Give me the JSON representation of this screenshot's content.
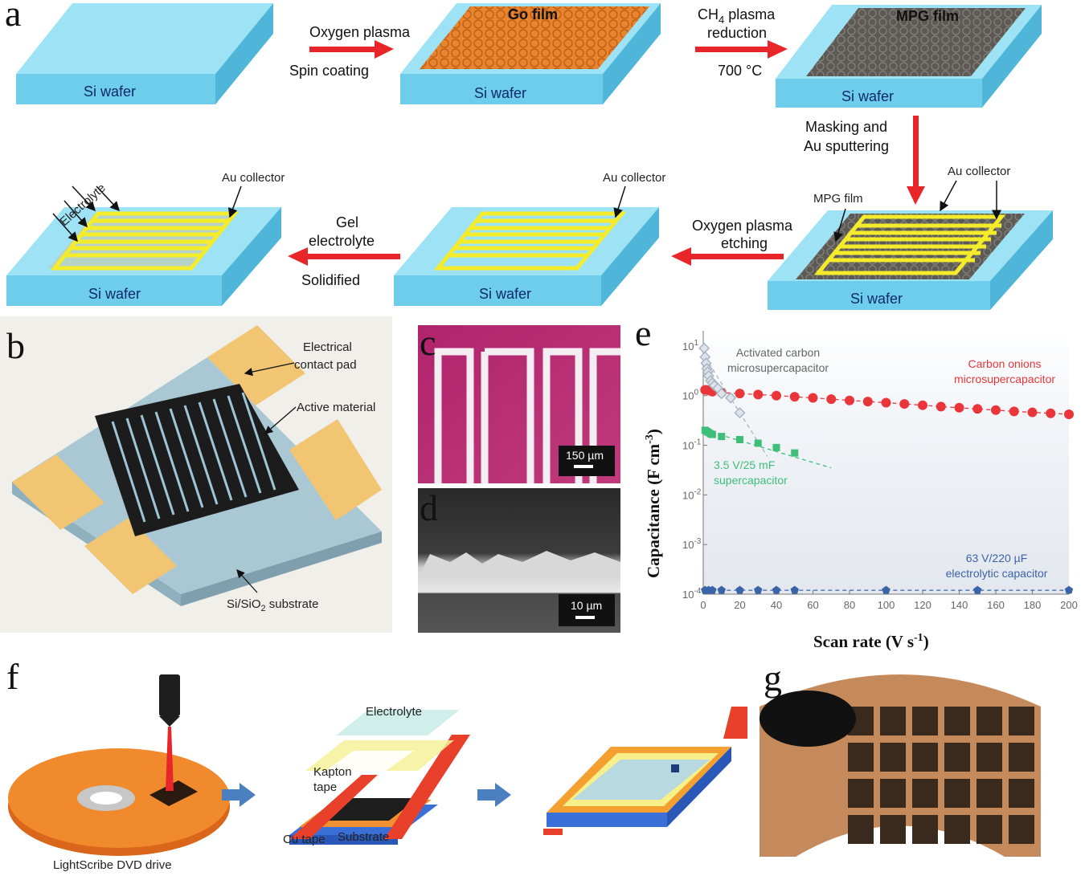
{
  "panel_a": {
    "label": "a",
    "si_wafer": "Si wafer",
    "step1_top": "Oxygen plasma",
    "step1_bottom": "Spin coating",
    "go_film": "Go film",
    "step2_top_line1": "CH",
    "step2_top_sub": "4",
    "step2_top_line1b": " plasma",
    "step2_top_line2": "reduction",
    "step2_bottom": "700 °C",
    "mpg_film_top": "MPG film",
    "step3_line1": "Masking and",
    "step3_line2": "Au sputtering",
    "au_collector": "Au collector",
    "mpg_film": "MPG film",
    "step4_line1": "Oxygen plasma",
    "step4_line2": "etching",
    "step5_line1": "Gel",
    "step5_line2": "electrolyte",
    "step5_bottom": "Solidified",
    "electrolyte": "Electrolyte"
  },
  "panel_b": {
    "label": "b",
    "contact_pad_line1": "Electrical",
    "contact_pad_line2": "contact pad",
    "active_material": "Active material",
    "substrate": "Si/SiO",
    "substrate_sub": "2",
    "substrate_tail": " substrate"
  },
  "panel_c": {
    "label": "c",
    "scale": "150 µm"
  },
  "panel_d": {
    "label": "d",
    "scale": "10 µm"
  },
  "panel_e": {
    "label": "e"
  },
  "panel_f": {
    "label": "f",
    "dvd": "LightScribe DVD drive",
    "electrolyte": "Electrolyte",
    "kapton_line1": "Kapton",
    "kapton_line2": "tape",
    "cu_tape": "Cu tape",
    "substrate": "Substrate"
  },
  "panel_g": {
    "label": "g"
  },
  "colors": {
    "wafer_top": "#9ee3f5",
    "wafer_side": "#5ec4e6",
    "arrow": "#e8262a",
    "go_film": "#e8832e",
    "mpg_film": "#5d5a55",
    "au": "#f4ec2a",
    "carbon_onions": "#e8363a",
    "supercap": "#3dbf7a",
    "activated": "#a9b4c4",
    "electrolytic": "#3a64a8"
  },
  "chart_data": {
    "type": "scatter",
    "xlabel": "Scan rate (V s",
    "xlabel_sup": "-1",
    "xlabel_tail": ")",
    "ylabel": "Capacitance (F cm",
    "ylabel_sup": "-3",
    "ylabel_tail": ")",
    "xlim": [
      0,
      200
    ],
    "ylim": [
      0.0001,
      15
    ],
    "yscale": "log",
    "x_ticks": [
      "0",
      "20",
      "40",
      "60",
      "80",
      "100",
      "120",
      "140",
      "160",
      "180",
      "200"
    ],
    "y_ticks": [
      {
        "base": "10",
        "exp": "1",
        "v": 10
      },
      {
        "base": "10",
        "exp": "0",
        "v": 1
      },
      {
        "base": "10",
        "exp": "-1",
        "v": 0.1
      },
      {
        "base": "10",
        "exp": "-2",
        "v": 0.01
      },
      {
        "base": "10",
        "exp": "-3",
        "v": 0.001
      },
      {
        "base": "10",
        "exp": "-4",
        "v": 0.0001
      }
    ],
    "series": [
      {
        "name": "Carbon onions microsupercapacitor",
        "label_lines": [
          "Carbon onions",
          "microsupercapacitor"
        ],
        "color": "#e8363a",
        "marker": "circle",
        "x": [
          1,
          2,
          3,
          4,
          5,
          10,
          20,
          30,
          40,
          50,
          60,
          70,
          80,
          90,
          100,
          110,
          120,
          130,
          140,
          150,
          160,
          170,
          180,
          190,
          200
        ],
        "y": [
          1.3,
          1.3,
          1.28,
          1.25,
          1.2,
          1.15,
          1.1,
          1.05,
          1.0,
          0.95,
          0.9,
          0.85,
          0.8,
          0.76,
          0.72,
          0.68,
          0.64,
          0.6,
          0.57,
          0.54,
          0.51,
          0.48,
          0.46,
          0.44,
          0.42
        ]
      },
      {
        "name": "Activated carbon microsupercapacitor",
        "label_lines": [
          "Activated carbon",
          "microsupercapacitor"
        ],
        "color": "#a9b4c4",
        "marker": "diamond",
        "x": [
          0.5,
          1,
          1.5,
          2,
          2.5,
          3,
          4,
          5,
          6,
          8,
          10,
          15,
          20
        ],
        "y": [
          9,
          6,
          4.5,
          3.5,
          3,
          2.5,
          2,
          1.8,
          1.6,
          1.4,
          1.1,
          0.9,
          0.45
        ]
      },
      {
        "name": "3.5 V/25 mF supercapacitor",
        "label_lines": [
          "3.5 V/25 mF",
          "supercapacitor"
        ],
        "color": "#3dbf7a",
        "marker": "square",
        "x": [
          1,
          2,
          3,
          4,
          5,
          10,
          20,
          30,
          40,
          50
        ],
        "y": [
          0.2,
          0.19,
          0.18,
          0.17,
          0.165,
          0.15,
          0.13,
          0.11,
          0.09,
          0.07
        ]
      },
      {
        "name": "63 V/220 µF electrolytic capacitor",
        "label_lines": [
          "63 V/220 µF",
          "electrolytic capacitor"
        ],
        "color": "#3a64a8",
        "marker": "pentagon",
        "x": [
          1,
          3,
          5,
          10,
          20,
          30,
          40,
          50,
          100,
          150,
          200
        ],
        "y": [
          0.00012,
          0.00012,
          0.00012,
          0.00012,
          0.00012,
          0.00012,
          0.00012,
          0.00012,
          0.00012,
          0.00012,
          0.00012
        ]
      }
    ],
    "grid": false
  }
}
